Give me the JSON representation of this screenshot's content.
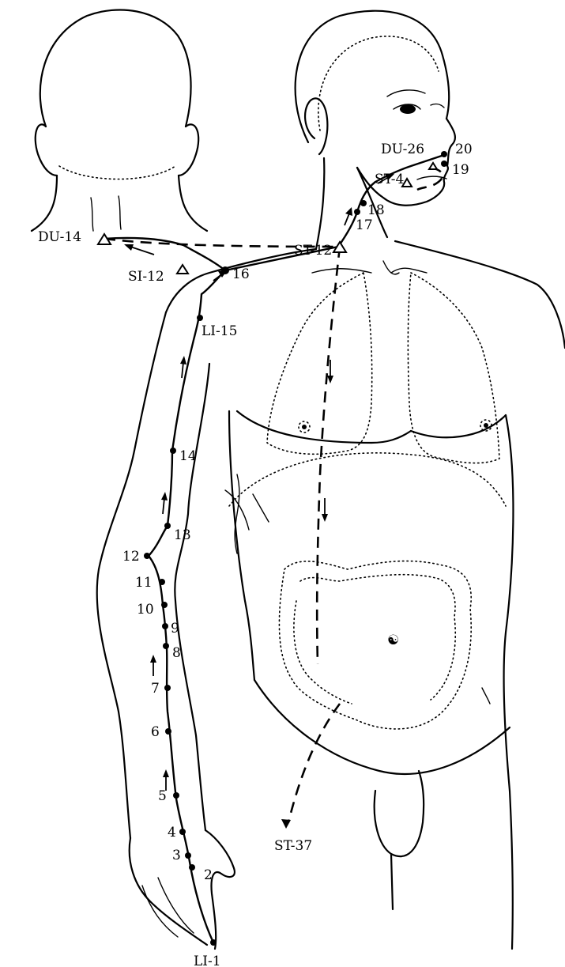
{
  "labels": {
    "du14": "DU-14",
    "si12": "SI-12",
    "st12": "ST-12",
    "du26": "DU-26",
    "st4": "ST-4",
    "li15": "LI-15",
    "li1": "LI-1",
    "st37": "ST-37",
    "n2": "2",
    "n3": "3",
    "n4": "4",
    "n5": "5",
    "n6": "6",
    "n7": "7",
    "n8": "8",
    "n9": "9",
    "n10": "10",
    "n11": "11",
    "n12": "12",
    "n13": "13",
    "n14": "14",
    "n16": "16",
    "n17": "17",
    "n18": "18",
    "n19": "19",
    "n20": "20"
  }
}
